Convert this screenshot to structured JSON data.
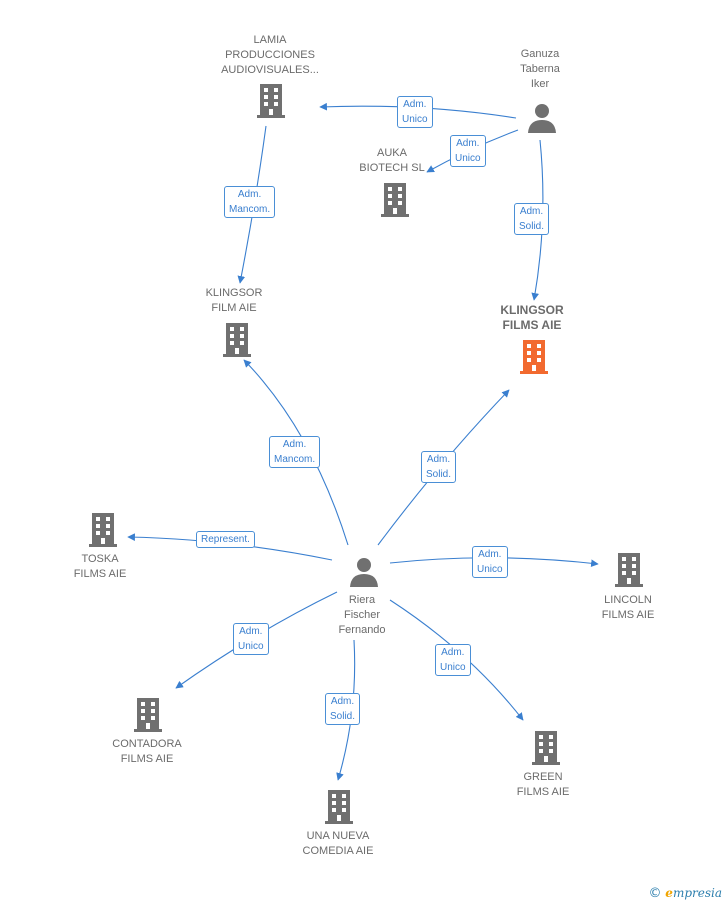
{
  "colors": {
    "edge": "#3a7fcf",
    "node": "#707070",
    "focus": "#f26a2f"
  },
  "nodes": {
    "lamia": {
      "label": "LAMIA\nPRODUCCIONES\nAUDIOVISUALES...",
      "icon": "building-icon"
    },
    "ganuza": {
      "label": "Ganuza\nTaberna\nIker",
      "icon": "person-icon"
    },
    "auka": {
      "label": "AUKA\nBIOTECH  SL",
      "icon": "building-icon"
    },
    "klingsor_film": {
      "label": "KLINGSOR\nFILM  AIE",
      "icon": "building-icon"
    },
    "klingsor_films": {
      "label": "KLINGSOR\nFILMS  AIE",
      "icon": "building-icon"
    },
    "toska": {
      "label": "TOSKA\nFILMS AIE",
      "icon": "building-icon"
    },
    "riera": {
      "label": "Riera\nFischer\nFernando",
      "icon": "person-icon"
    },
    "lincoln": {
      "label": "LINCOLN\nFILMS  AIE",
      "icon": "building-icon"
    },
    "contadora": {
      "label": "CONTADORA\nFILMS  AIE",
      "icon": "building-icon"
    },
    "green": {
      "label": "GREEN\nFILMS AIE",
      "icon": "building-icon"
    },
    "una_nueva": {
      "label": "UNA NUEVA\nCOMEDIA AIE",
      "icon": "building-icon"
    }
  },
  "relations": {
    "ganuza_lamia": "Adm.\nUnico",
    "ganuza_auka": "Adm.\nUnico",
    "lamia_klingsor_film": "Adm.\nMancom.",
    "ganuza_klingsor_films": "Adm.\nSolid.",
    "riera_klingsor_film": "Adm.\nMancom.",
    "riera_klingsor_films": "Adm.\nSolid.",
    "riera_toska": "Represent.",
    "riera_lincoln": "Adm.\nUnico",
    "riera_contadora": "Adm.\nUnico",
    "riera_una_nueva": "Adm.\nSolid.",
    "riera_green": "Adm.\nUnico"
  },
  "brand": {
    "symbol": "©",
    "initial": "e",
    "name": "mpresia"
  }
}
